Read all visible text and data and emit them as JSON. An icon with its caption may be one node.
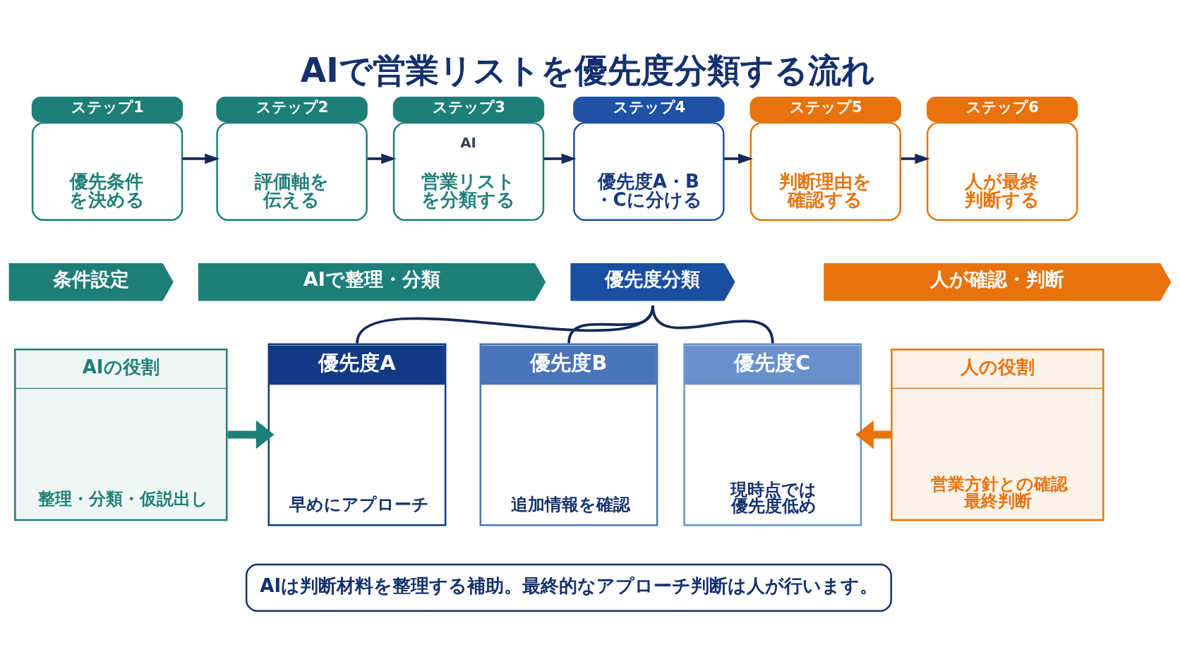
{
  "diagram": {
    "title": "AIで営業リストを優先度分類する流れ",
    "nodes": [
      {
        "text": [
          "ステップ1",
          "優先条件を決める"
        ]
      },
      {
        "text": [
          "ステップ2",
          "評価軸を伝える"
        ]
      },
      {
        "text": [
          "ステップ3",
          "AI",
          "営業リストを分類する"
        ]
      },
      {
        "text": [
          "ステップ4",
          "優先度A・B・Cに分ける"
        ]
      },
      {
        "text": [
          "ステップ5",
          "判断理由を確認する"
        ]
      },
      {
        "text": [
          "ステップ6",
          "人が最終判断する"
        ]
      },
      {
        "text": [
          "条件設定"
        ]
      },
      {
        "text": [
          "AIで整理・分類"
        ]
      },
      {
        "text": [
          "優先度分類"
        ]
      },
      {
        "text": [
          "人が確認・判断"
        ]
      },
      {
        "text": [
          "AIの役割",
          "整理・分類・仮説出し"
        ]
      },
      {
        "text": [
          "優先度A",
          "早めにアプローチ"
        ]
      },
      {
        "text": [
          "優先度B",
          "追加情報を確認"
        ]
      },
      {
        "text": [
          "優先度C",
          "現時点では優先度低め"
        ]
      },
      {
        "text": [
          "人の役割",
          "営業方針との確認",
          "最終判断"
        ]
      },
      {
        "text": [
          "AIは判断材料を整理する補助。最終的なアプローチ判断は人が行います。"
        ]
      }
    ],
    "edges": [
      {
        "from": 0,
        "to": 1,
        "arrow": "to"
      },
      {
        "from": 1,
        "to": 2,
        "arrow": "to"
      },
      {
        "from": 2,
        "to": 3,
        "arrow": "to"
      },
      {
        "from": 3,
        "to": 4,
        "arrow": "to"
      },
      {
        "from": 4,
        "to": 5,
        "arrow": "to"
      },
      {
        "from": 8,
        "to": 11,
        "arrow": "none"
      },
      {
        "from": 8,
        "to": 12,
        "arrow": "none"
      },
      {
        "from": 8,
        "to": 13,
        "arrow": "none"
      },
      {
        "from": 10,
        "to": 11,
        "arrow": "to",
        "style": "thick",
        "color": "#1e7f78"
      },
      {
        "from": 14,
        "to": 13,
        "arrow": "to",
        "style": "thick",
        "color": "#e8730c"
      }
    ]
  }
}
